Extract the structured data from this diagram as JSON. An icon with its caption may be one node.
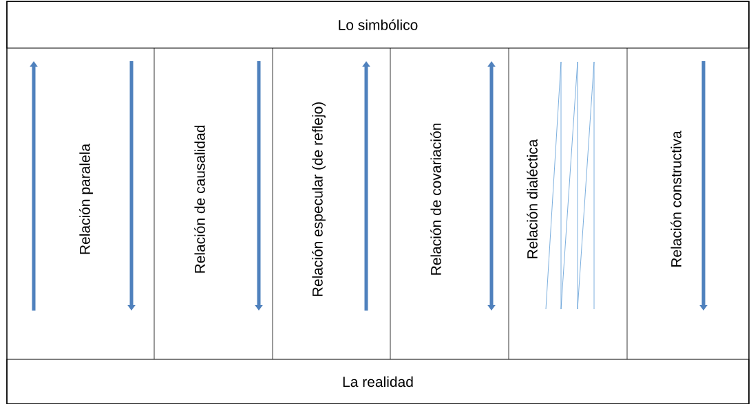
{
  "diagram": {
    "nodes": [
      {
        "text": [
          "Lo simbólico"
        ]
      },
      {
        "text": [
          "Relación paralela"
        ]
      },
      {
        "text": [
          "Relación de causalidad"
        ]
      },
      {
        "text": [
          "Relación especular (de reflejo)"
        ]
      },
      {
        "text": [
          "Relación de covariación"
        ]
      },
      {
        "text": [
          "Relación dialéctica"
        ]
      },
      {
        "text": [
          "Relación constructiva"
        ]
      },
      {
        "text": [
          "La realidad"
        ]
      }
    ]
  }
}
